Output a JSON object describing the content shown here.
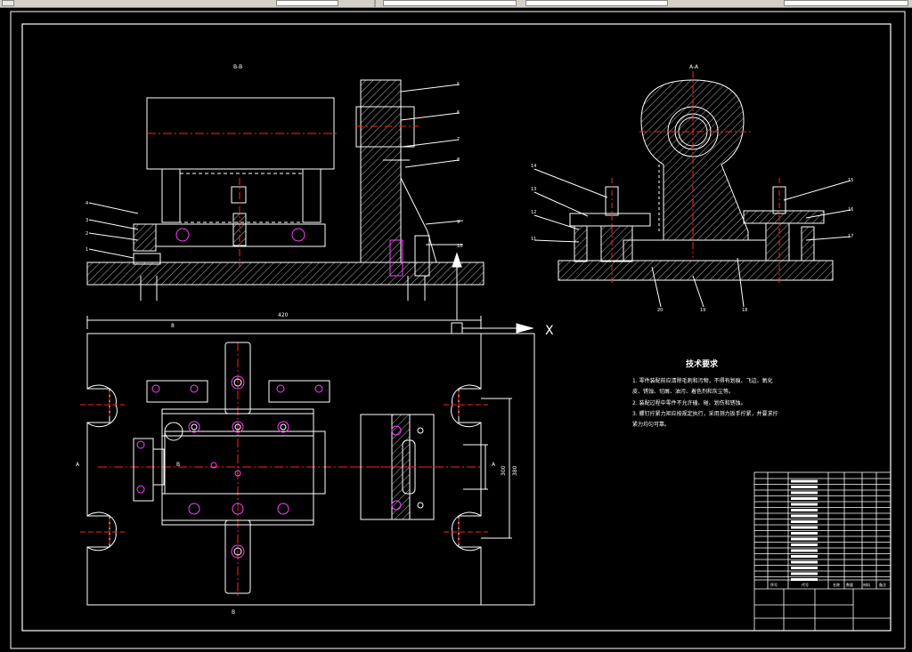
{
  "toolbar": {
    "buttons": [
      "save-icon",
      "dropdown-a",
      "dropdown-b",
      "dropdown-c",
      "dropdown-d"
    ]
  },
  "drawing": {
    "section_left_title": "B-B",
    "section_right_title": "A-A",
    "axis_label": "X",
    "dim_top": "420",
    "dim_top_left": "8",
    "dim_right_outer": "380",
    "dim_right_inner": "300",
    "section_mark": "A",
    "section_mark_b": "B",
    "tech_requirements": {
      "title": "技术要求",
      "lines": [
        "1. 零件装配前应清除毛刺和污物，不得有划痕、飞边、氧化",
        "皮、锈蚀、切屑、油污、着色剂和灰尘等。",
        "2. 装配过程中零件不允许磕、碰、划伤和锈蚀。",
        "3. 螺钉拧紧力矩应按规定执行，采用测力扳手拧紧，并要求拧",
        "紧力均匀可靠。"
      ]
    },
    "balloons_left": [
      "1",
      "2",
      "3",
      "4",
      "5",
      "6",
      "7",
      "8",
      "9",
      "10"
    ],
    "balloons_right": [
      "11",
      "12",
      "13",
      "14",
      "15",
      "16",
      "17",
      "18",
      "19",
      "20"
    ],
    "title_block": {
      "headers": [
        "序号",
        "代号",
        "名称",
        "数量",
        "材料",
        "备注"
      ]
    }
  },
  "colors": {
    "line": "#ffffff",
    "center": "#ff2020",
    "hole": "#ff40ff",
    "dim": "#ffffff",
    "bg": "#000000"
  }
}
